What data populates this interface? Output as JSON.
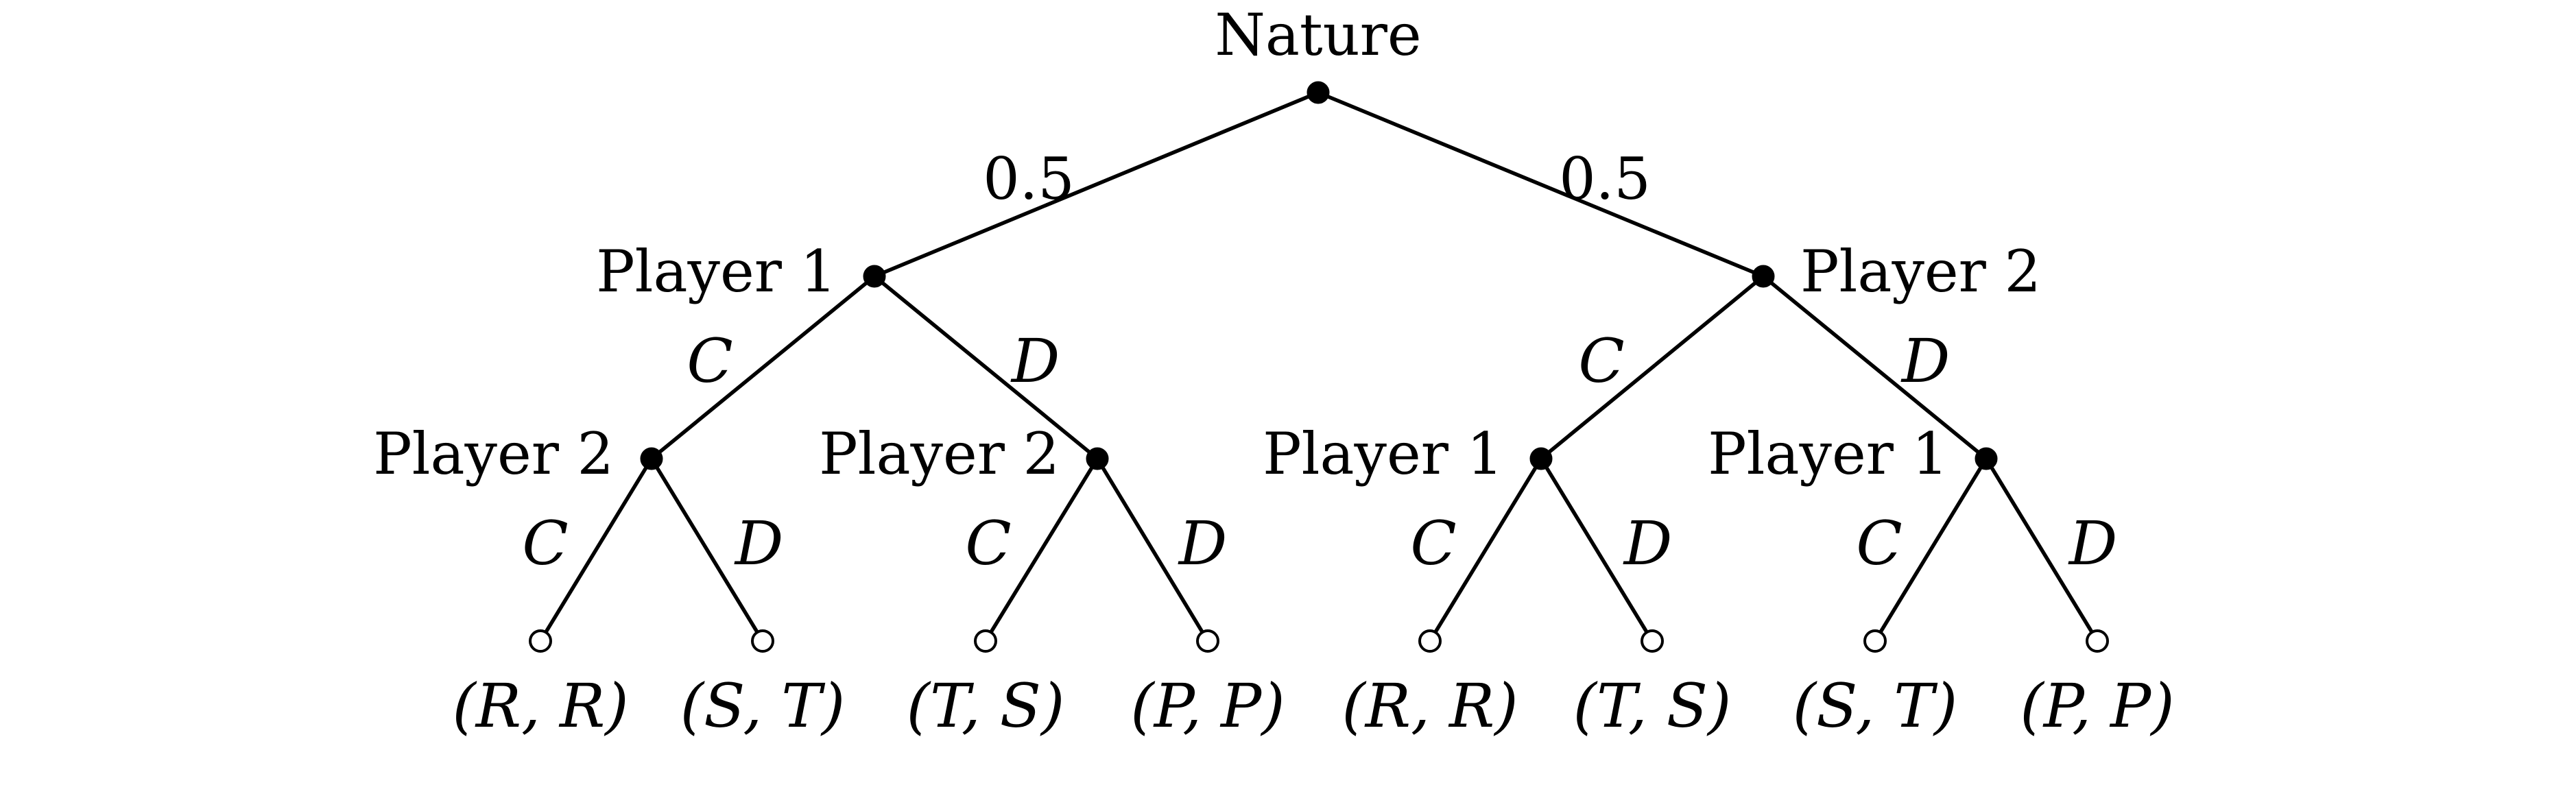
{
  "root": {
    "label": "Nature",
    "branches": [
      {
        "probability": "0.5"
      },
      {
        "probability": "0.5"
      }
    ]
  },
  "level1": [
    {
      "label": "Player 1",
      "actions": [
        "C",
        "D"
      ]
    },
    {
      "label": "Player 2",
      "actions": [
        "C",
        "D"
      ]
    }
  ],
  "level2": [
    {
      "label": "Player 2",
      "actions": [
        "C",
        "D"
      ]
    },
    {
      "label": "Player 2",
      "actions": [
        "C",
        "D"
      ]
    },
    {
      "label": "Player 1",
      "actions": [
        "C",
        "D"
      ]
    },
    {
      "label": "Player 1",
      "actions": [
        "C",
        "D"
      ]
    }
  ],
  "payoffs": [
    "(R, R)",
    "(S, T)",
    "(T, S)",
    "(P, P)",
    "(R, R)",
    "(T, S)",
    "(S, T)",
    "(P, P)"
  ]
}
